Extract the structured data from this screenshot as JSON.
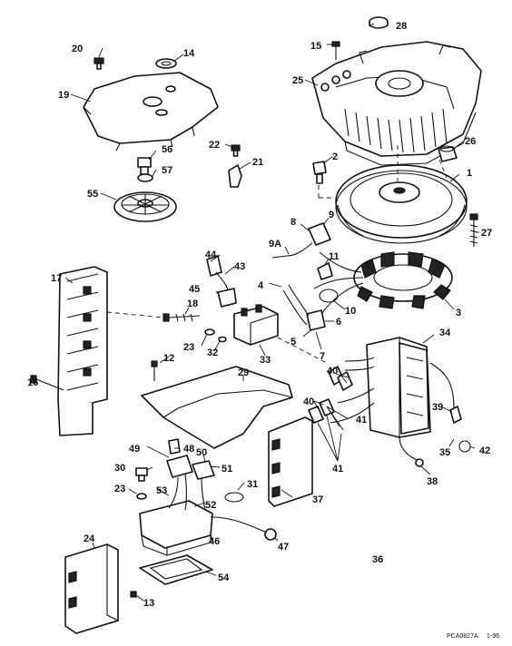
{
  "diagram": {
    "callouts": [
      "1",
      "2",
      "3",
      "4",
      "5",
      "6",
      "7",
      "8",
      "9",
      "9A",
      "10",
      "11",
      "12",
      "13",
      "14",
      "15",
      "16",
      "17",
      "18",
      "19",
      "20",
      "21",
      "22",
      "23",
      "23",
      "24",
      "25",
      "26",
      "27",
      "28",
      "29",
      "30",
      "31",
      "32",
      "33",
      "34",
      "35",
      "36",
      "37",
      "38",
      "39",
      "40",
      "40",
      "41",
      "41",
      "42",
      "44",
      "45",
      "43",
      "46",
      "47",
      "48",
      "49",
      "50",
      "51",
      "52",
      "53",
      "54",
      "55",
      "56",
      "57"
    ],
    "figure_code": "PCA0827A",
    "revision_code": "1-96"
  }
}
